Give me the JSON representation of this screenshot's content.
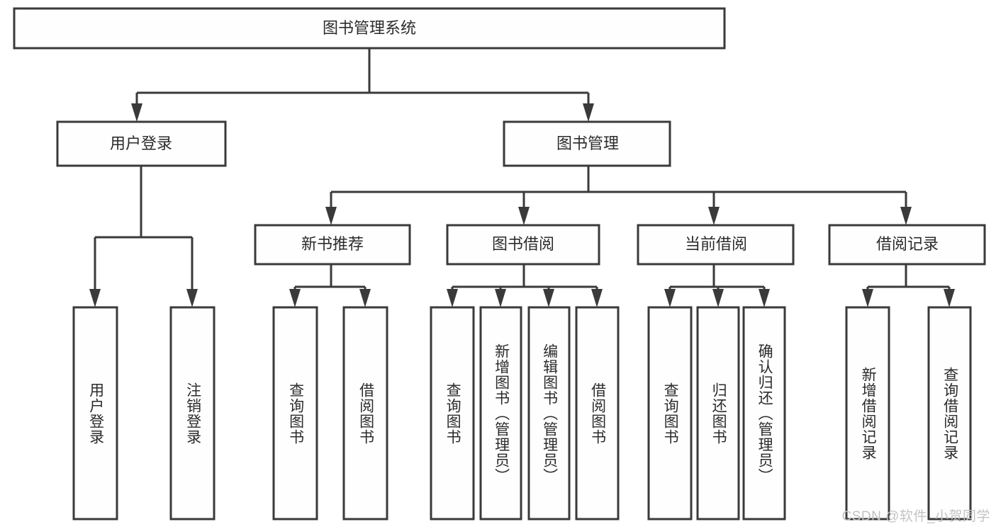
{
  "diagram": {
    "title": "图书管理系统",
    "watermark": "CSDN @软件_小贺同学",
    "colors": {
      "background": "#ffffff",
      "box_fill": "#fefefe",
      "line": "#3a3a3a",
      "text": "#2b2b2b",
      "watermark": "#c3c3c3"
    },
    "root": {
      "label": "图书管理系统"
    },
    "level1": [
      {
        "label": "用户登录"
      },
      {
        "label": "图书管理"
      }
    ],
    "level2": [
      {
        "label": "新书推荐"
      },
      {
        "label": "图书借阅"
      },
      {
        "label": "当前借阅"
      },
      {
        "label": "借阅记录"
      }
    ],
    "leaves": {
      "user_login": [
        {
          "label": "用户登录"
        },
        {
          "label": "注销登录"
        }
      ],
      "new_book_recommend": [
        {
          "label": "查询图书"
        },
        {
          "label": "借阅图书"
        }
      ],
      "book_borrow": [
        {
          "label": "查询图书"
        },
        {
          "label": "新增图书（管理员）"
        },
        {
          "label": "编辑图书（管理员）"
        },
        {
          "label": "借阅图书"
        }
      ],
      "current_borrow": [
        {
          "label": "查询图书"
        },
        {
          "label": "归还图书"
        },
        {
          "label": "确认归还（管理员）"
        }
      ],
      "borrow_record": [
        {
          "label": "新增借阅记录"
        },
        {
          "label": "查询借阅记录"
        }
      ]
    }
  }
}
